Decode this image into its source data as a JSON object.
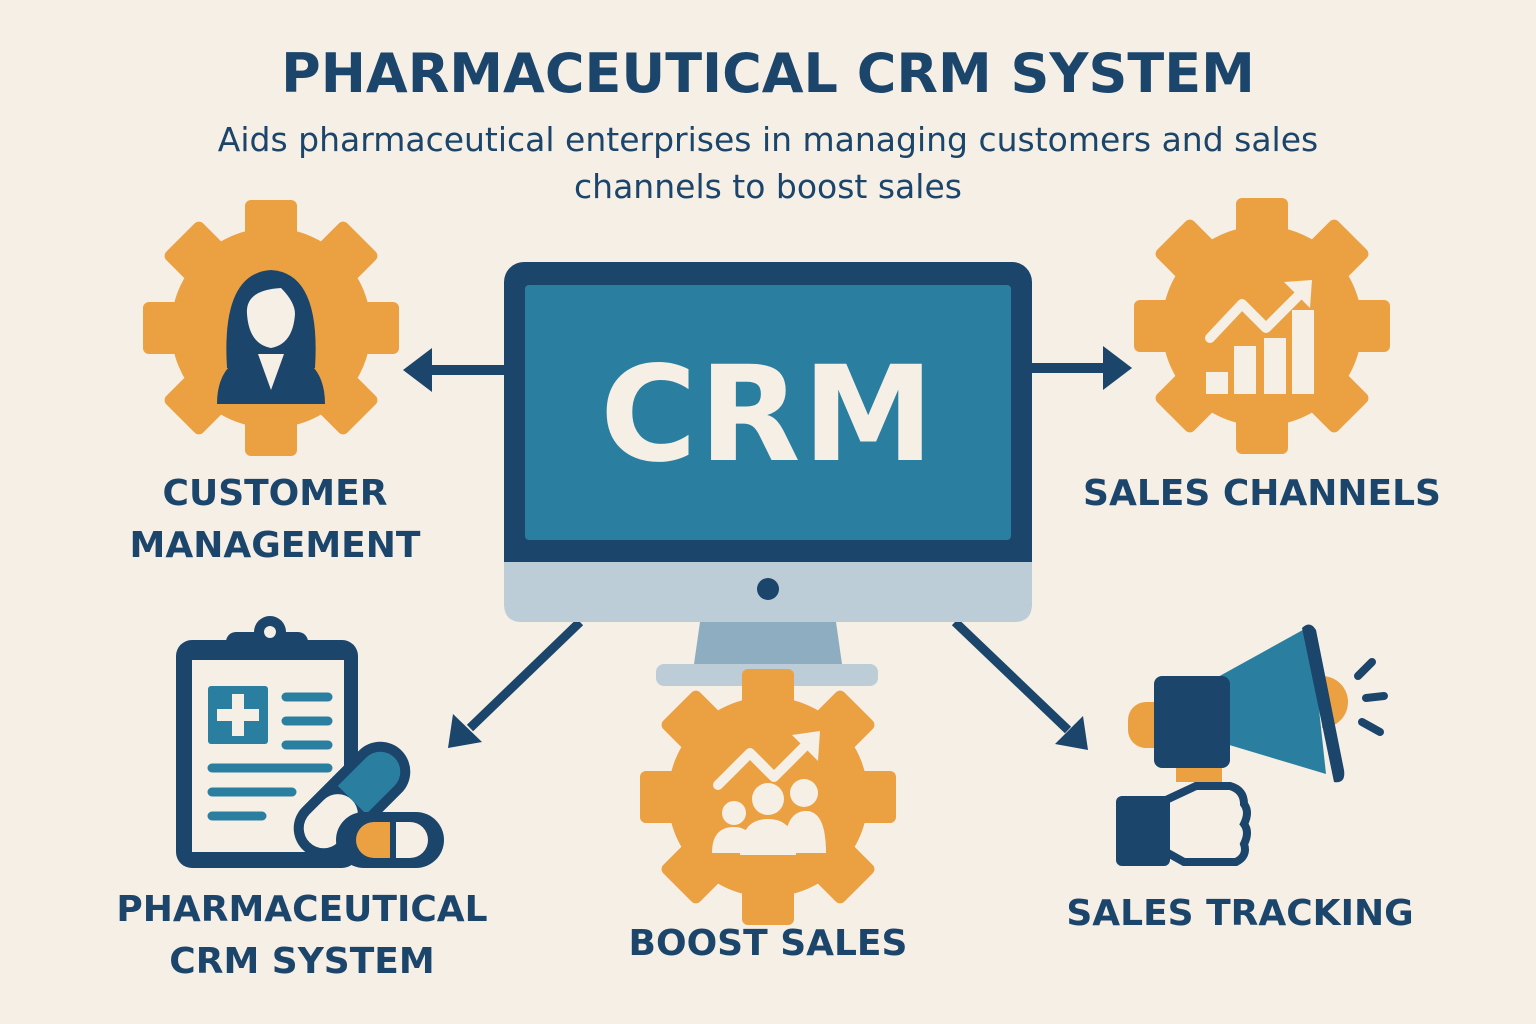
{
  "header": {
    "title": "PHARMACEUTICAL CRM SYSTEM",
    "subtitle": "Aids pharmaceutical enterprises in managing customers and sales channels to boost sales"
  },
  "center": {
    "screen_text": "CRM",
    "icon": "monitor-icon"
  },
  "nodes": [
    {
      "label": "CUSTOMER MANAGEMENT",
      "icon": "gear-person-icon"
    },
    {
      "label": "SALES CHANNELS",
      "icon": "gear-chart-icon"
    },
    {
      "label": "PHARMACEUTICAL CRM SYSTEM",
      "icon": "clipboard-pills-icon"
    },
    {
      "label": "BOOST SALES",
      "icon": "gear-team-growth-icon"
    },
    {
      "label": "SALES TRACKING",
      "icon": "megaphone-icon"
    }
  ],
  "colors": {
    "background": "#f5efe6",
    "navy": "#1b456b",
    "teal": "#2a7fa1",
    "orange": "#eba142",
    "light_gray_blue": "#bccdd8",
    "stand": "#8fadc0"
  }
}
